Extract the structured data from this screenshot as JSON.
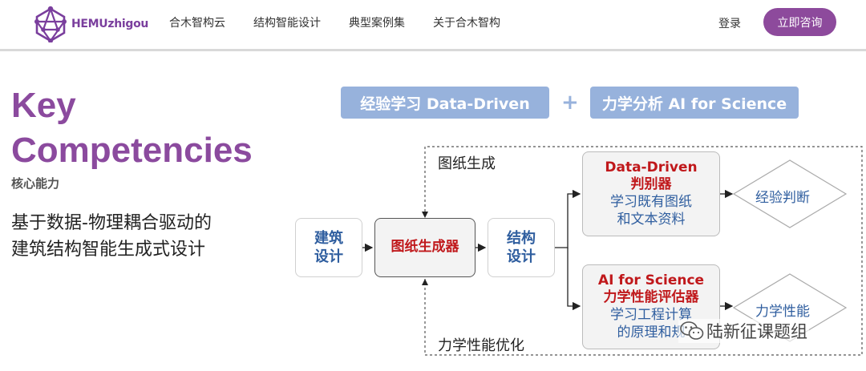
{
  "header": {
    "logo_text": "HEMUzhigou",
    "nav": [
      "合木智构云",
      "结构智能设计",
      "典型案例集",
      "关于合木智构"
    ],
    "login": "登录",
    "consult": "立即咨询",
    "brand_color": "#8d4a9c"
  },
  "hero": {
    "title_line1": "Key",
    "title_line2": "Competencies",
    "subtitle": "核心能力",
    "desc_line1": "基于数据-物理耦合驱动的",
    "desc_line2": "建筑结构智能生成式设计"
  },
  "diagram": {
    "pill_left": "经验学习 Data-Driven",
    "plus": "+",
    "pill_right": "力学分析 AI for Science",
    "label_top": "图纸生成",
    "label_bottom": "力学性能优化",
    "node_architecture": [
      "建筑",
      "设计"
    ],
    "node_generator": "图纸生成器",
    "node_structure": [
      "结构",
      "设计"
    ],
    "node_discriminator": {
      "title": "Data-Driven",
      "name": "判别器",
      "desc": [
        "学习既有图纸",
        "和文本资料"
      ]
    },
    "node_evaluator": {
      "title": "AI for Science",
      "name": "力学性能评估器",
      "desc": [
        "学习工程计算",
        "的原理和规"
      ]
    },
    "diamond_top": "经验判断",
    "diamond_bottom": "力学性能",
    "colors": {
      "pill": "#97b2dc",
      "blue_text": "#2f5e9f",
      "red_text": "#c0181b"
    }
  },
  "watermark": {
    "text": "陆新征课题组",
    "icon": "wechat-icon"
  }
}
